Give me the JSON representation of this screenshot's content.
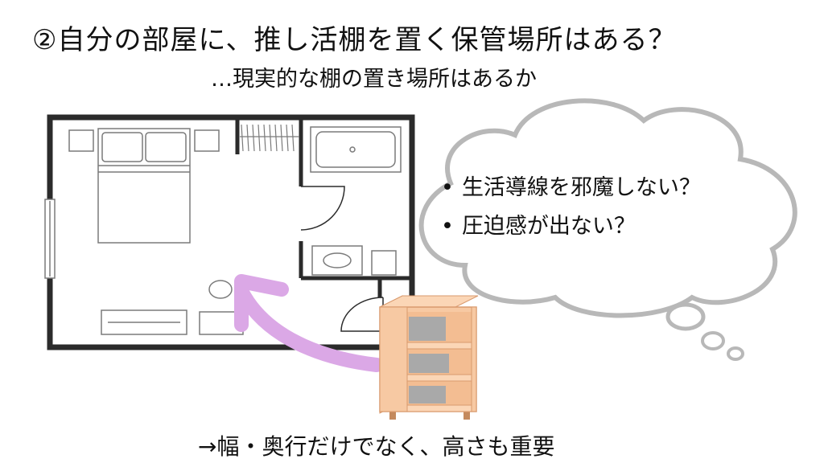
{
  "title": "②自分の部屋に、推し活棚を置く保管場所はある？",
  "subtitle": "…現実的な棚の置き場所はあるか",
  "thought_bubble": {
    "items": [
      "生活導線を邪魔しない？",
      "圧迫感が出ない？"
    ]
  },
  "bottom_note": "→幅・奥行だけでなく、高さも重要",
  "colors": {
    "wall": "#2b2b2b",
    "furniture_line": "#7a7a7a",
    "arrow": "#dba8e6",
    "shelf_body": "#f7c9a3",
    "shelf_edge": "#d99a6e",
    "shelf_item": "#a9a9a9",
    "cloud_outline": "#b8b8b8"
  },
  "icons": [
    "floor-plan",
    "thought-cloud",
    "curved-arrow",
    "bookshelf"
  ]
}
